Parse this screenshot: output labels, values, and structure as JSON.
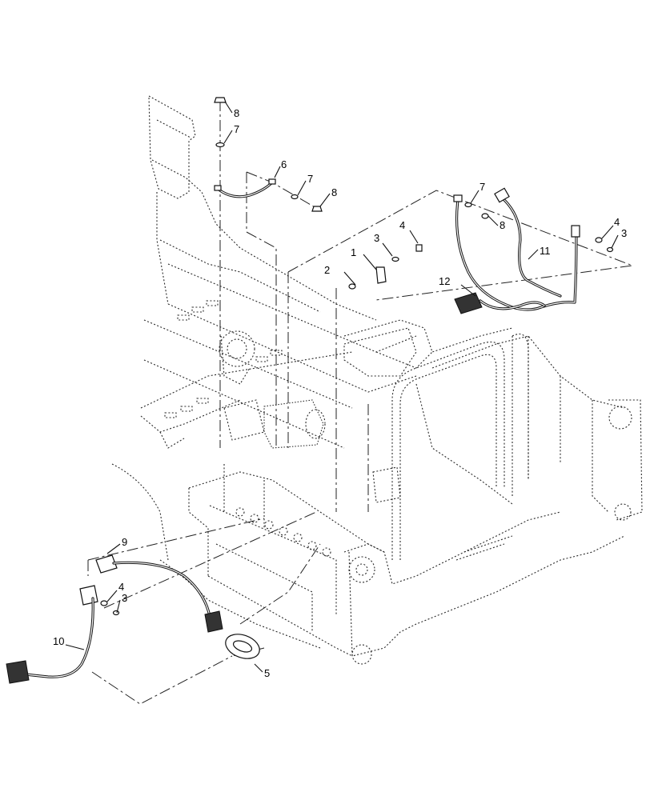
{
  "callouts": {
    "c1": "1",
    "c2": "2",
    "c3a": "3",
    "c3b": "3",
    "c3c": "3",
    "c4a": "4",
    "c4b": "4",
    "c4c": "4",
    "c5": "5",
    "c6": "6",
    "c7a": "7",
    "c7b": "7",
    "c7c": "7",
    "c8a": "8",
    "c8b": "8",
    "c8c": "8",
    "c9": "9",
    "c10": "10",
    "c11": "11",
    "c12": "12"
  },
  "colors": {
    "line": "#111111",
    "background": "#ffffff"
  }
}
